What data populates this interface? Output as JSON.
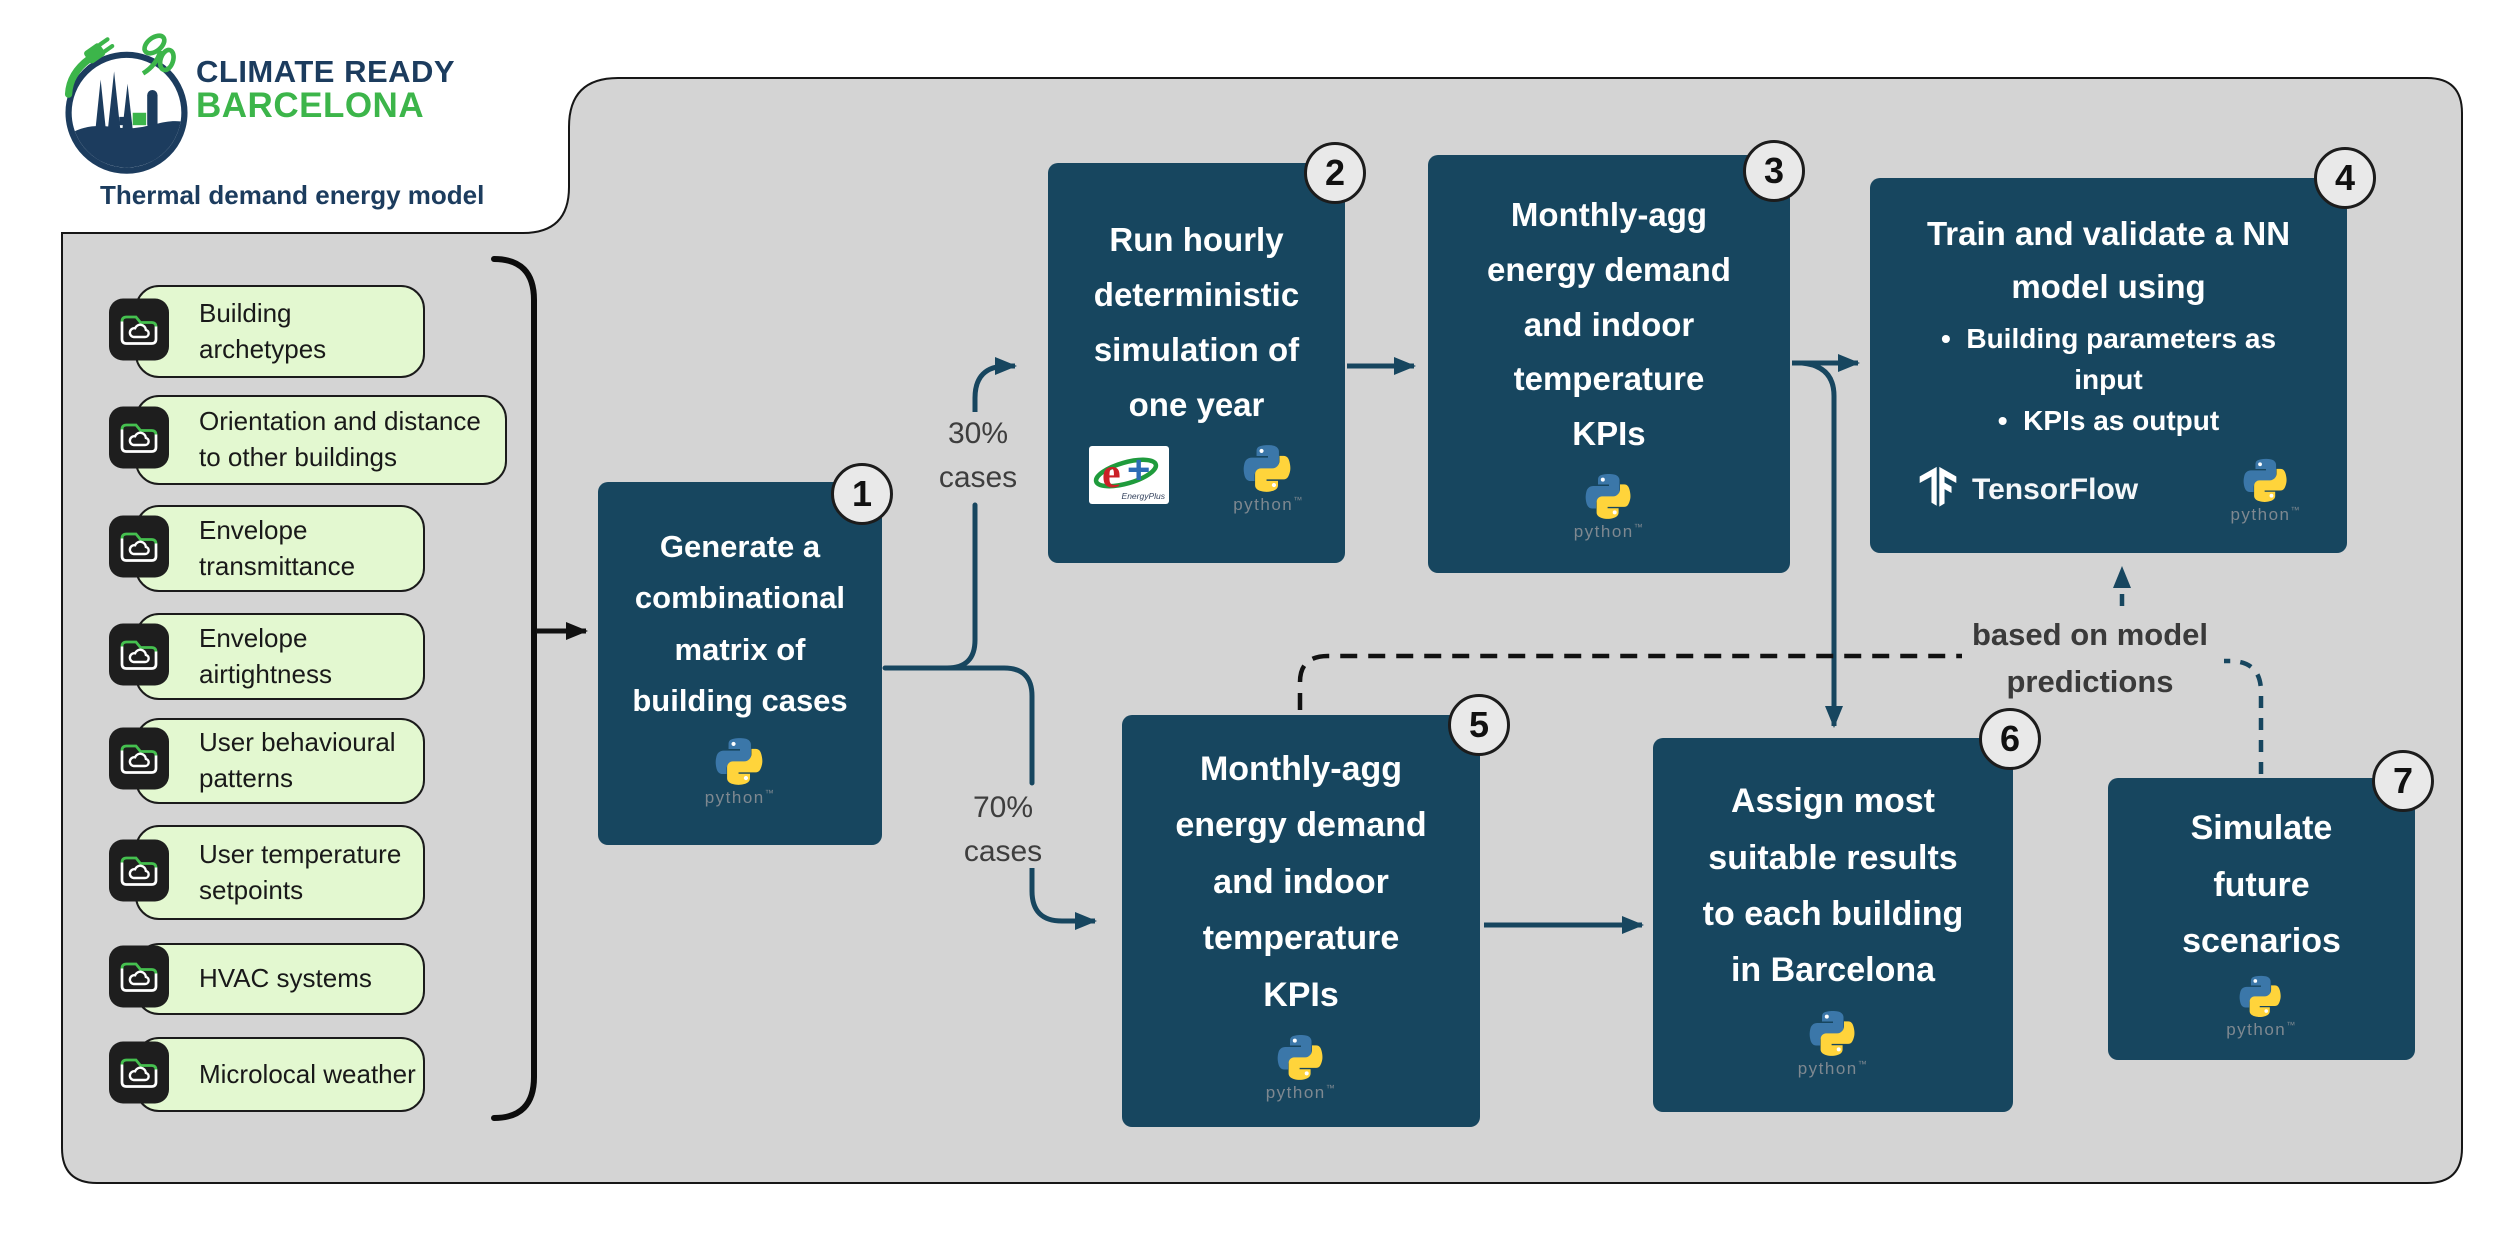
{
  "header": {
    "logo_line1": "CLIMATE READY",
    "logo_line2": "BARCELONA",
    "tagline": "Thermal demand energy model"
  },
  "inputs": {
    "items": [
      {
        "label": "Building archetypes"
      },
      {
        "label": "Orientation and distance to other buildings"
      },
      {
        "label": "Envelope transmittance"
      },
      {
        "label": "Envelope airtightness"
      },
      {
        "label": "User behavioural patterns"
      },
      {
        "label": "User temperature setpoints"
      },
      {
        "label": "HVAC systems"
      },
      {
        "label": "Microlocal weather"
      }
    ]
  },
  "flow": {
    "steps": [
      {
        "num": "1",
        "title": "Generate a\ncombinational\nmatrix of\nbuilding cases",
        "tools": [
          "python"
        ]
      },
      {
        "num": "2",
        "title": "Run hourly\ndeterministic\nsimulation of\none year",
        "tools": [
          "energyplus",
          "python"
        ]
      },
      {
        "num": "3",
        "title": "Monthly-agg\nenergy demand\nand indoor\ntemperature\nKPIs",
        "tools": [
          "python"
        ]
      },
      {
        "num": "4",
        "title": "Train and validate a NN\nmodel using",
        "bullets": [
          "Building parameters as input",
          "KPIs as output"
        ],
        "tools": [
          "tensorflow",
          "python"
        ]
      },
      {
        "num": "5",
        "title": "Monthly-agg\nenergy demand\nand indoor\ntemperature\nKPIs",
        "tools": [
          "python"
        ]
      },
      {
        "num": "6",
        "title": "Assign most\nsuitable results\nto each building\nin Barcelona",
        "tools": [
          "python"
        ]
      },
      {
        "num": "7",
        "title": "Simulate\nfuture\nscenarios",
        "tools": [
          "python"
        ]
      }
    ],
    "edge_labels": {
      "pct30": "30%\ncases",
      "pct70": "70%\ncases",
      "based_on": "based on model\npredictions"
    }
  },
  "logos": {
    "python": "python",
    "python_tm": "™",
    "tensorflow": "TensorFlow",
    "energyplus": "EnergyPlus"
  },
  "colors": {
    "canvas": "#d4d4d4",
    "node": "#17465f",
    "accent_green": "#3cb54a",
    "pill": "#e3f8d0",
    "navy_text": "#1c3c5e"
  }
}
